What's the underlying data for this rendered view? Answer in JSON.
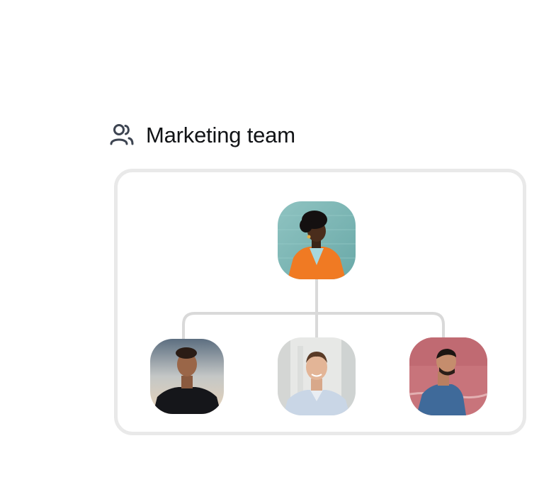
{
  "team": {
    "title": "Marketing team",
    "icon": "team-users-icon"
  },
  "org_chart": {
    "lead": {
      "role": "team-lead",
      "avatar_icon": "person-photo-orange-blazer"
    },
    "members": [
      {
        "avatar_icon": "person-photo-black-tshirt"
      },
      {
        "avatar_icon": "person-photo-light-blue-shirt"
      },
      {
        "avatar_icon": "person-photo-denim-shirt"
      }
    ]
  },
  "colors": {
    "text": "#111316",
    "border": "#e9e9e9",
    "connector": "#d9d9d9",
    "icon": "#3d4451"
  }
}
